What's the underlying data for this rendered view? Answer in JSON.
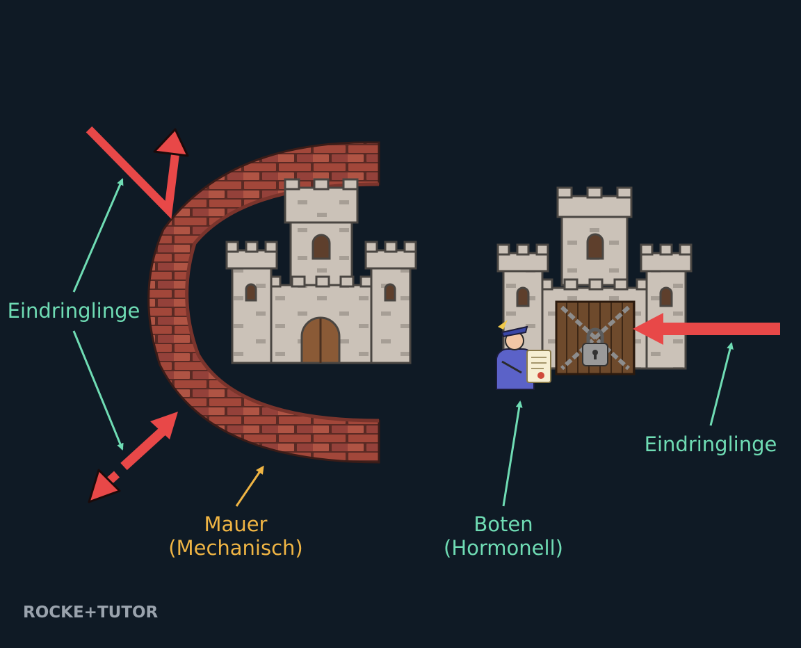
{
  "labels": {
    "invaders_left": "Eindringlinge",
    "wall_line1": "Mauer",
    "wall_line2": "(Mechanisch)",
    "messenger_line1": "Boten",
    "messenger_line2": "(Hormonell)",
    "invaders_right": "Eindringlinge"
  },
  "logo": "ROCKE+TUTOR",
  "colors": {
    "background": "#0f1a25",
    "label_teal": "#6fdcb4",
    "label_orange": "#f0b544",
    "arrow_red": "#e84848",
    "brick": "#a2473a",
    "stone": "#cbc2b8"
  },
  "icons": [
    "brick-wall-icon",
    "castle-icon",
    "messenger-icon",
    "scroll-icon",
    "chained-gate-icon",
    "padlock-icon"
  ]
}
